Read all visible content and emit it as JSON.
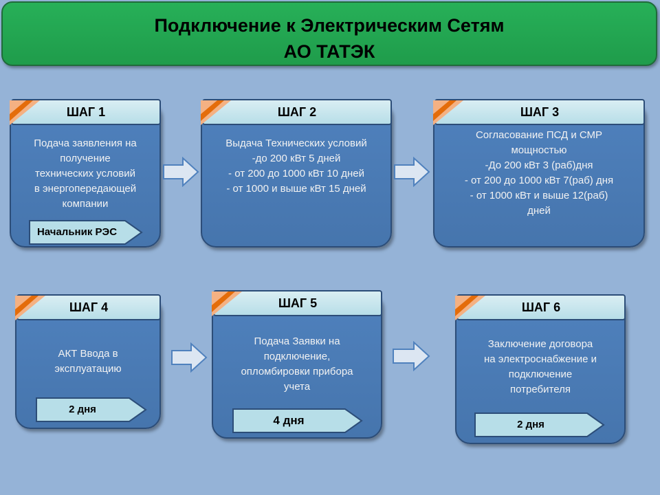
{
  "banner": {
    "title_line1": "Подключение к Электрическим Сетям",
    "title_line2": "АО ТАТЭК"
  },
  "colors": {
    "background": "#95b3d7",
    "banner_green": "#22a552",
    "card_blue": "#4f81bd",
    "header_light": "#daeef3",
    "corner_orange": "#f79646"
  },
  "steps": [
    {
      "title": "ШАГ 1",
      "text": "Подача заявления на\nполучение\nтехнических условий\nв энергопередающей\nкомпании",
      "tag": "Начальник РЭС"
    },
    {
      "title": "ШАГ 2",
      "text": "Выдача Технических условий\n-до 200 кВт 5 дней\n- от 200 до 1000 кВт 10 дней\n- от 1000 и выше кВт 15 дней"
    },
    {
      "title": "ШАГ 3",
      "text": "Согласование ПСД и СМР\nмощностью\n-До 200 кВт 3 (раб)дня\n- от 200 до 1000 кВт 7(раб) дня\n- от 1000 кВт и выше 12(раб)\nдней"
    },
    {
      "title": "ШАГ 4",
      "text": "АКТ Ввода в\nэксплуатацию",
      "tag": "2 дня"
    },
    {
      "title": "ШАГ 5",
      "text": "Подача Заявки на\nподключение,\nопломбировки прибора\nучета",
      "tag": "4 дня"
    },
    {
      "title": "ШАГ 6",
      "text": "Заключение договора\nна электроснабжение и\nподключение\nпотребителя",
      "tag": "2 дня"
    }
  ]
}
